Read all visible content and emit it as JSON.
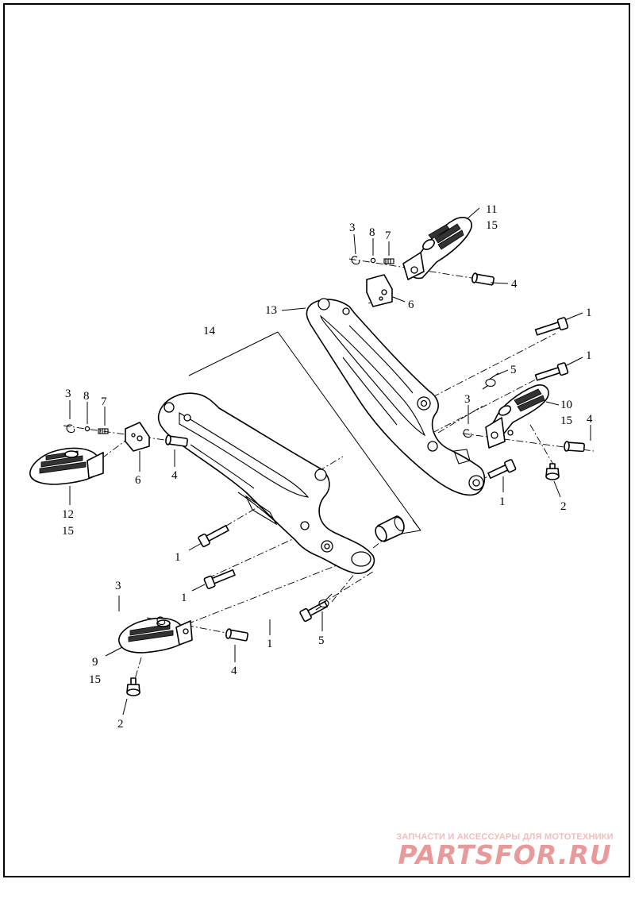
{
  "callouts": {
    "c1a": "1",
    "c1b": "1",
    "c1c": "1",
    "c1d": "1",
    "c1e": "1",
    "c1f": "1",
    "c2a": "2",
    "c2b": "2",
    "c3a": "3",
    "c3b": "3",
    "c3c": "3",
    "c3d": "3",
    "c4a": "4",
    "c4b": "4",
    "c4c": "4",
    "c4d": "4",
    "c5a": "5",
    "c5b": "5",
    "c6a": "6",
    "c6b": "6",
    "c7a": "7",
    "c7b": "7",
    "c8a": "8",
    "c8b": "8",
    "c9": "9",
    "c10": "10",
    "c11": "11",
    "c12": "12",
    "c13": "13",
    "c14": "14",
    "c15a": "15",
    "c15b": "15",
    "c15c": "15",
    "c15d": "15"
  },
  "watermark": {
    "caption": "ЗАПЧАСТИ И АКСЕССУАРЫ ДЛЯ МОТОТЕХНИКИ",
    "logo": "PARTSFOR.RU"
  }
}
